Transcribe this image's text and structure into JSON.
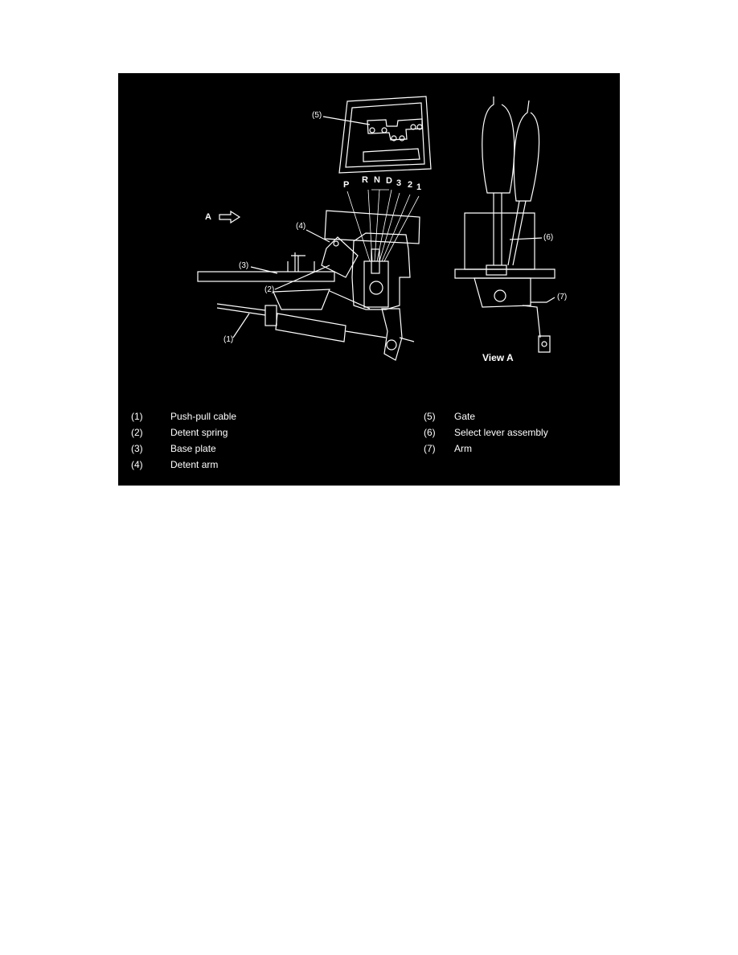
{
  "figure": {
    "callouts": {
      "c1": "(1)",
      "c2": "(2)",
      "c3": "(3)",
      "c4": "(4)",
      "c5": "(5)",
      "c6": "(6)",
      "c7": "(7)"
    },
    "view_arrow_label": "A",
    "view_caption": "View A",
    "positions": [
      "P",
      "R",
      "N",
      "D",
      "3",
      "2",
      "1"
    ]
  },
  "legend": [
    {
      "num": "(1)",
      "text": "Push-pull cable"
    },
    {
      "num": "(2)",
      "text": "Detent spring"
    },
    {
      "num": "(3)",
      "text": "Base plate"
    },
    {
      "num": "(4)",
      "text": "Detent arm"
    },
    {
      "num": "(5)",
      "text": "Gate"
    },
    {
      "num": "(6)",
      "text": "Select lever assembly"
    },
    {
      "num": "(7)",
      "text": "Arm"
    }
  ],
  "colors": {
    "background": "#000000",
    "linework": "#ffffff",
    "page": "#ffffff"
  }
}
